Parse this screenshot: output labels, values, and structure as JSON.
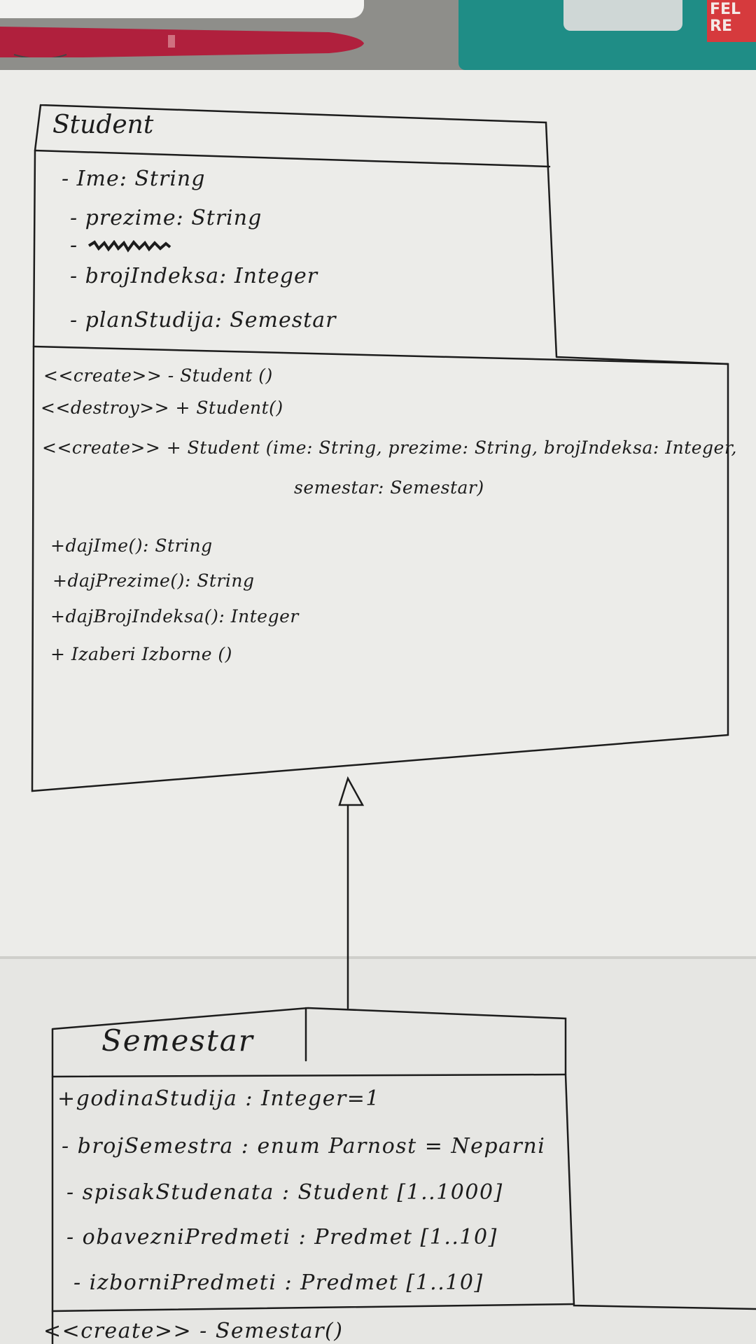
{
  "student": {
    "name": "Student",
    "attributes": [
      "- Ime: String",
      "- prezime: String",
      "-",
      "- brojIndeksa: Integer",
      "- planStudija: Semestar"
    ],
    "operations": [
      "<<create>> - Student ()",
      "<<destroy>> + Student()",
      "<<create>> + Student (ime: String, prezime: String, brojIndeksa: Integer,",
      "semestar: Semestar)",
      "+dajIme(): String",
      "+dajPrezime(): String",
      "+dajBrojIndeksa(): Integer",
      "+ Izaberi Izborne ()"
    ]
  },
  "semestar": {
    "name": "Semestar",
    "attributes": [
      "+godinaStudija : Integer=1",
      "- brojSemestra : enum Parnost = Neparni",
      "- spisakStudenata : Student [1..1000]",
      "- obavezniPredmeti : Predmet [1..10]",
      "- izborniPredmeti : Predmet [1..10]"
    ],
    "operations": [
      "<<create>> - Semestar()"
    ]
  },
  "relationship": {
    "type": "generalization",
    "from": "Semestar",
    "to": "Student"
  },
  "colors": {
    "ink": "#1c1c1c",
    "paper": "#ecece9",
    "pen": "#b0203d",
    "pack": "#1f8d86",
    "pack_label": "#d63a3d"
  },
  "pack_label": [
    "FEL",
    "RE"
  ]
}
